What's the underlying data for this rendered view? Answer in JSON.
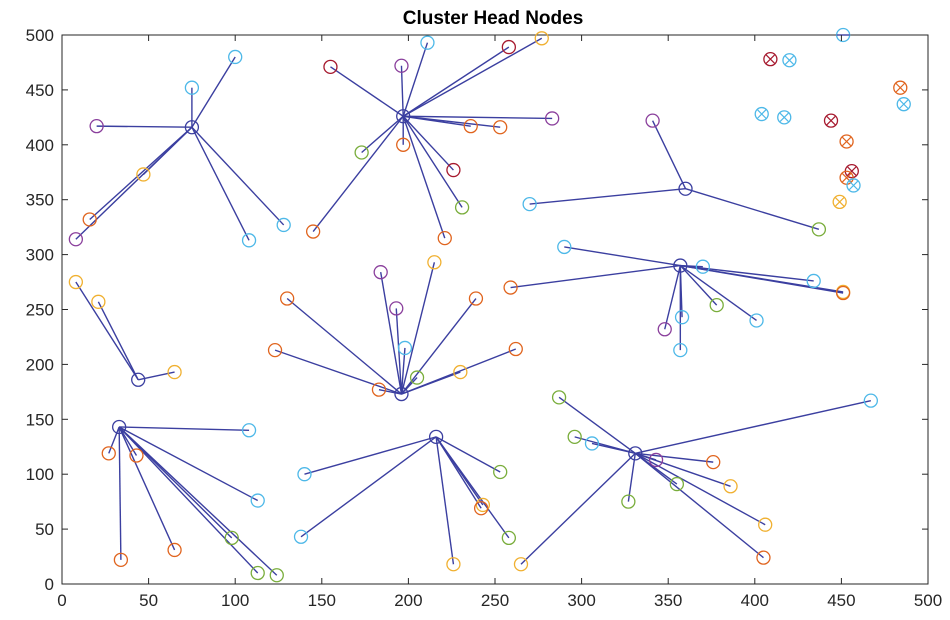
{
  "chart_data": {
    "type": "scatter",
    "title": "Cluster Head Nodes",
    "xlabel": "",
    "ylabel": "",
    "xlim": [
      0,
      500
    ],
    "ylim": [
      0,
      500
    ],
    "x_ticks": [
      "0",
      "50",
      "100",
      "150",
      "200",
      "250",
      "300",
      "350",
      "400",
      "450",
      "500"
    ],
    "y_ticks": [
      "0",
      "50",
      "100",
      "150",
      "200",
      "250",
      "300",
      "350",
      "400",
      "450",
      "500"
    ],
    "grid": false,
    "line_color": "#3b3fa0",
    "palette": [
      "#4db8e8",
      "#e0641e",
      "#f0b030",
      "#8a3f9c",
      "#79ad3b",
      "#a6192e"
    ],
    "clusters": [
      {
        "head": [
          75,
          416
        ],
        "members": [
          [
            75,
            452,
            0
          ],
          [
            100,
            480,
            0
          ],
          [
            20,
            417,
            3
          ],
          [
            47,
            373,
            2
          ],
          [
            16,
            332,
            1
          ],
          [
            8,
            314,
            3
          ],
          [
            108,
            313,
            0
          ],
          [
            128,
            327,
            0
          ]
        ]
      },
      {
        "head": [
          197,
          426
        ],
        "members": [
          [
            155,
            471,
            5
          ],
          [
            196,
            472,
            3
          ],
          [
            211,
            493,
            0
          ],
          [
            258,
            489,
            5
          ],
          [
            277,
            497,
            2
          ],
          [
            283,
            424,
            3
          ],
          [
            236,
            417,
            1
          ],
          [
            253,
            416,
            1
          ],
          [
            173,
            393,
            4
          ],
          [
            197,
            400,
            1
          ],
          [
            226,
            377,
            5
          ],
          [
            231,
            343,
            4
          ],
          [
            221,
            315,
            1
          ],
          [
            145,
            321,
            1
          ]
        ]
      },
      {
        "head": [
          360,
          360
        ],
        "members": [
          [
            341,
            422,
            3
          ],
          [
            270,
            346,
            0
          ],
          [
            437,
            323,
            4
          ]
        ]
      },
      {
        "head": [
          357,
          290
        ],
        "members": [
          [
            290,
            307,
            0
          ],
          [
            259,
            270,
            1
          ],
          [
            370,
            289,
            0
          ],
          [
            434,
            276,
            0
          ],
          [
            451,
            266,
            2
          ],
          [
            451,
            265,
            1
          ],
          [
            378,
            254,
            4
          ],
          [
            358,
            243,
            0
          ],
          [
            348,
            232,
            3
          ],
          [
            401,
            240,
            0
          ],
          [
            357,
            213,
            0
          ]
        ]
      },
      {
        "head": [
          196,
          173
        ],
        "members": [
          [
            184,
            284,
            3
          ],
          [
            215,
            293,
            2
          ],
          [
            193,
            251,
            3
          ],
          [
            130,
            260,
            1
          ],
          [
            239,
            260,
            1
          ],
          [
            123,
            213,
            1
          ],
          [
            198,
            215,
            0
          ],
          [
            262,
            214,
            1
          ],
          [
            230,
            193,
            2
          ],
          [
            205,
            188,
            4
          ],
          [
            183,
            177,
            1
          ]
        ]
      },
      {
        "head": [
          44,
          186
        ],
        "members": [
          [
            8,
            275,
            2
          ],
          [
            21,
            257,
            2
          ],
          [
            65,
            193,
            2
          ]
        ]
      },
      {
        "head": [
          33,
          143
        ],
        "members": [
          [
            108,
            140,
            0
          ],
          [
            27,
            119,
            1
          ],
          [
            43,
            117,
            1
          ],
          [
            113,
            76,
            0
          ],
          [
            98,
            42,
            4
          ],
          [
            65,
            31,
            1
          ],
          [
            34,
            22,
            1
          ],
          [
            113,
            10,
            4
          ],
          [
            124,
            8,
            4
          ]
        ]
      },
      {
        "head": [
          216,
          134
        ],
        "members": [
          [
            140,
            100,
            0
          ],
          [
            253,
            102,
            4
          ],
          [
            243,
            72,
            2
          ],
          [
            242,
            69,
            1
          ],
          [
            258,
            42,
            4
          ],
          [
            138,
            43,
            0
          ],
          [
            226,
            18,
            2
          ]
        ]
      },
      {
        "head": [
          331,
          119
        ],
        "members": [
          [
            287,
            170,
            4
          ],
          [
            296,
            134,
            4
          ],
          [
            306,
            128,
            0
          ],
          [
            343,
            113,
            3
          ],
          [
            376,
            111,
            1
          ],
          [
            355,
            91,
            4
          ],
          [
            386,
            89,
            2
          ],
          [
            327,
            75,
            4
          ],
          [
            467,
            167,
            0
          ],
          [
            406,
            54,
            2
          ],
          [
            405,
            24,
            1
          ],
          [
            265,
            18,
            2
          ]
        ]
      }
    ],
    "heads": [
      {
        "point": [
          451,
          500
        ],
        "color": 0
      }
    ],
    "isolated": [
      {
        "point": [
          409,
          478
        ],
        "color": 5
      },
      {
        "point": [
          420,
          477
        ],
        "color": 0
      },
      {
        "point": [
          484,
          452
        ],
        "color": 1
      },
      {
        "point": [
          486,
          437
        ],
        "color": 0
      },
      {
        "point": [
          404,
          428
        ],
        "color": 0
      },
      {
        "point": [
          417,
          425
        ],
        "color": 0
      },
      {
        "point": [
          444,
          422
        ],
        "color": 5
      },
      {
        "point": [
          453,
          403
        ],
        "color": 1
      },
      {
        "point": [
          456,
          376
        ],
        "color": 5
      },
      {
        "point": [
          453,
          370
        ],
        "color": 1
      },
      {
        "point": [
          457,
          363
        ],
        "color": 0
      },
      {
        "point": [
          449,
          348
        ],
        "color": 2
      }
    ]
  }
}
